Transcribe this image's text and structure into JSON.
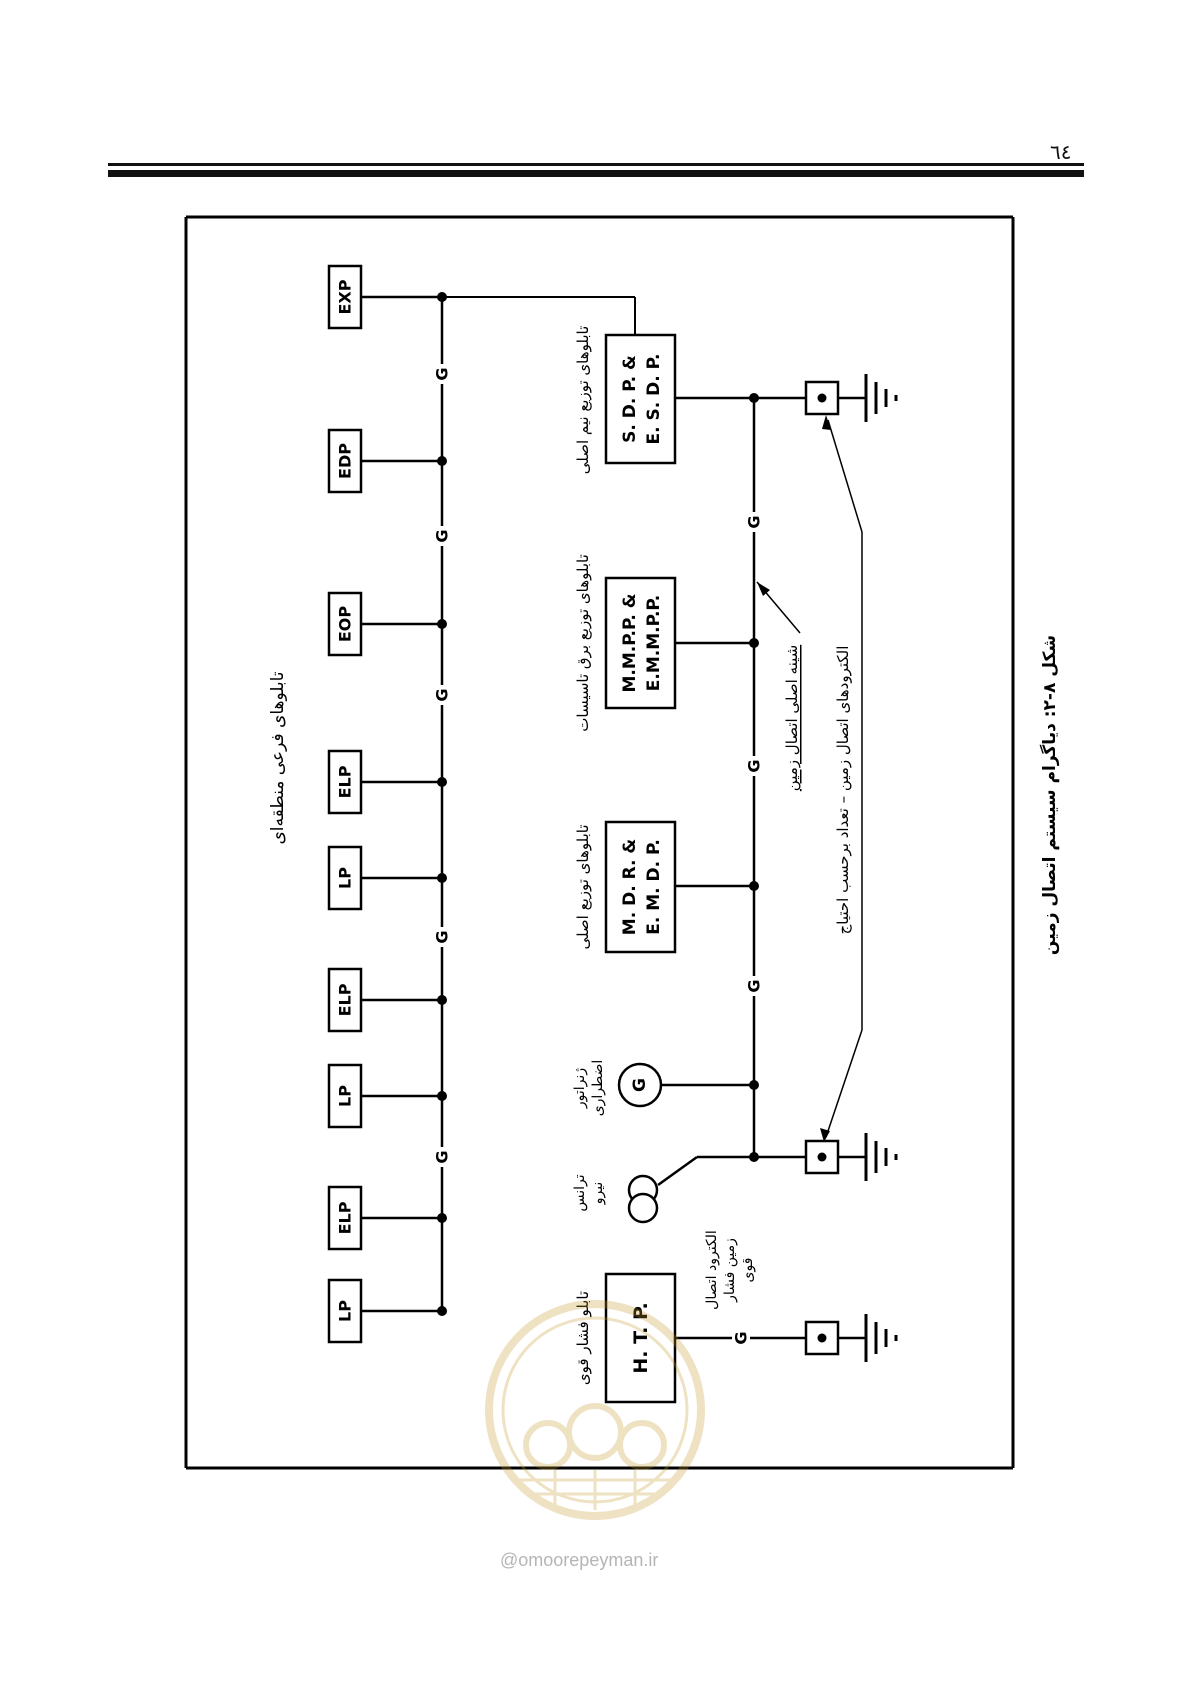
{
  "page": {
    "number": "٦٤"
  },
  "figure": {
    "caption": "شکل ۸-۲: دیاگرام سیستم اتصال زمین",
    "regional_label": "تابلوهای فرعی منطقه‌ای",
    "subpanels": [
      "LP",
      "ELP",
      "LP",
      "ELP",
      "LP",
      "ELP",
      "EOP",
      "EDP",
      "EXP"
    ],
    "ground_symbol": "G",
    "main_panels": {
      "htp": {
        "box": "H. T. P.",
        "caption": "تابلو فشار قوی"
      },
      "mdr": {
        "box_line1": "M. D. R. &",
        "box_line2": "E. M. D. P.",
        "caption": "تابلوهای توزیع اصلی"
      },
      "mmpp": {
        "box_line1": "M.M.P.P. &",
        "box_line2": "E.M.M.P.P.",
        "caption": "تابلوهای توزیع برق تاسیسات"
      },
      "sdp": {
        "box_line1": "S. D. P. &",
        "box_line2": "E. S. D. P.",
        "caption": "تابلوهای توزیع نیم اصلی"
      }
    },
    "transformer_label_1": "ترانس",
    "transformer_label_2": "نیرو",
    "generator_symbol": "G",
    "generator_label_1": "ژنراتور",
    "generator_label_2": "اضطراری",
    "hv_electrode_1": "الکترود اتصال",
    "hv_electrode_2": "زمین فشار",
    "hv_electrode_3": "قوی",
    "busbar_label": "شینه اصلی اتصال زمین",
    "electrodes_label": "الکترودهای اتصال زمین – تعداد برحسب احتیاج"
  },
  "watermark": {
    "url": "@omoorepeyman.ir"
  }
}
